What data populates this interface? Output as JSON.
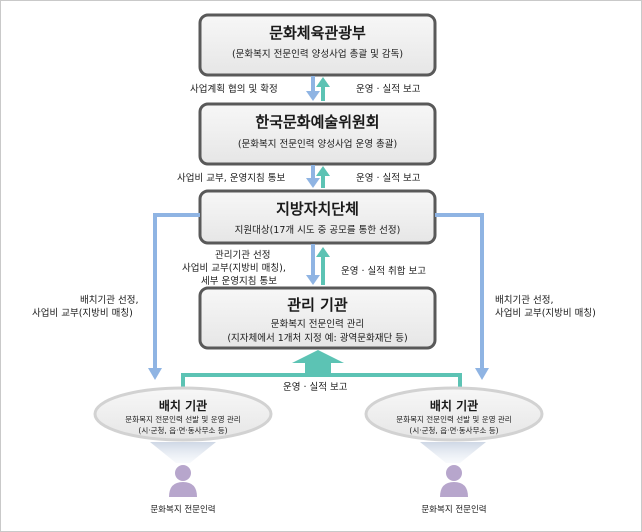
{
  "nodes": {
    "ministry": {
      "title": "문화체육관광부",
      "sub": "(문화복지 전문인력 양성사업 총괄 및 감독)"
    },
    "council": {
      "title": "한국문화예술위원회",
      "sub": "(문화복지 전문인력 양성사업 운영 총괄)"
    },
    "local_gov": {
      "title": "지방자치단체",
      "sub": "지원대상(17개 시도 중 공모를 통한 선정)"
    },
    "mgmt": {
      "title": "관리 기관",
      "sub1": "문화복지 전문인력 관리",
      "sub2": "(지자체에서 1개처 지정 예: 광역문화재단 등)"
    },
    "placement_left": {
      "title": "배치 기관",
      "sub1": "문화복지 전문인력 선발 및 운영 관리",
      "sub2": "(시·군청, 읍·면·동사무소 등)"
    },
    "placement_right": {
      "title": "배치 기관",
      "sub1": "문화복지 전문인력 선발 및 운영 관리",
      "sub2": "(시·군청, 읍·면·동사무소 등)"
    },
    "person_left": {
      "label": "문화복지 전문인력"
    },
    "person_right": {
      "label": "문화복지 전문인력"
    }
  },
  "edges": {
    "m_to_c": "사업계획 협의 및 확정",
    "c_to_m": "운영 · 실적 보고",
    "c_to_l": "사업비 교부, 운영지침 통보",
    "l_to_c": "운영 · 실적 보고",
    "l_to_mg_1": "관리기관 선정",
    "l_to_mg_2": "사업비 교부(지방비 매칭),",
    "l_to_mg_3": "세부 운영지침 통보",
    "mg_to_l": "운영 · 실적 취합 보고",
    "l_to_pl_left_1": "배치기관 선정,",
    "l_to_pl_left_2": "사업비 교부(지방비 매칭)",
    "l_to_pl_right_1": "배치기관 선정,",
    "l_to_pl_right_2": "사업비 교부(지방비 매칭)",
    "pl_to_mg": "운영 · 실적 보고"
  },
  "colors": {
    "down_arrow": "#8fb4e3",
    "up_arrow": "#5cc3b4",
    "box_border": "#595959",
    "box_fill": "#f2f2f2",
    "person": "#b7a6cc"
  }
}
